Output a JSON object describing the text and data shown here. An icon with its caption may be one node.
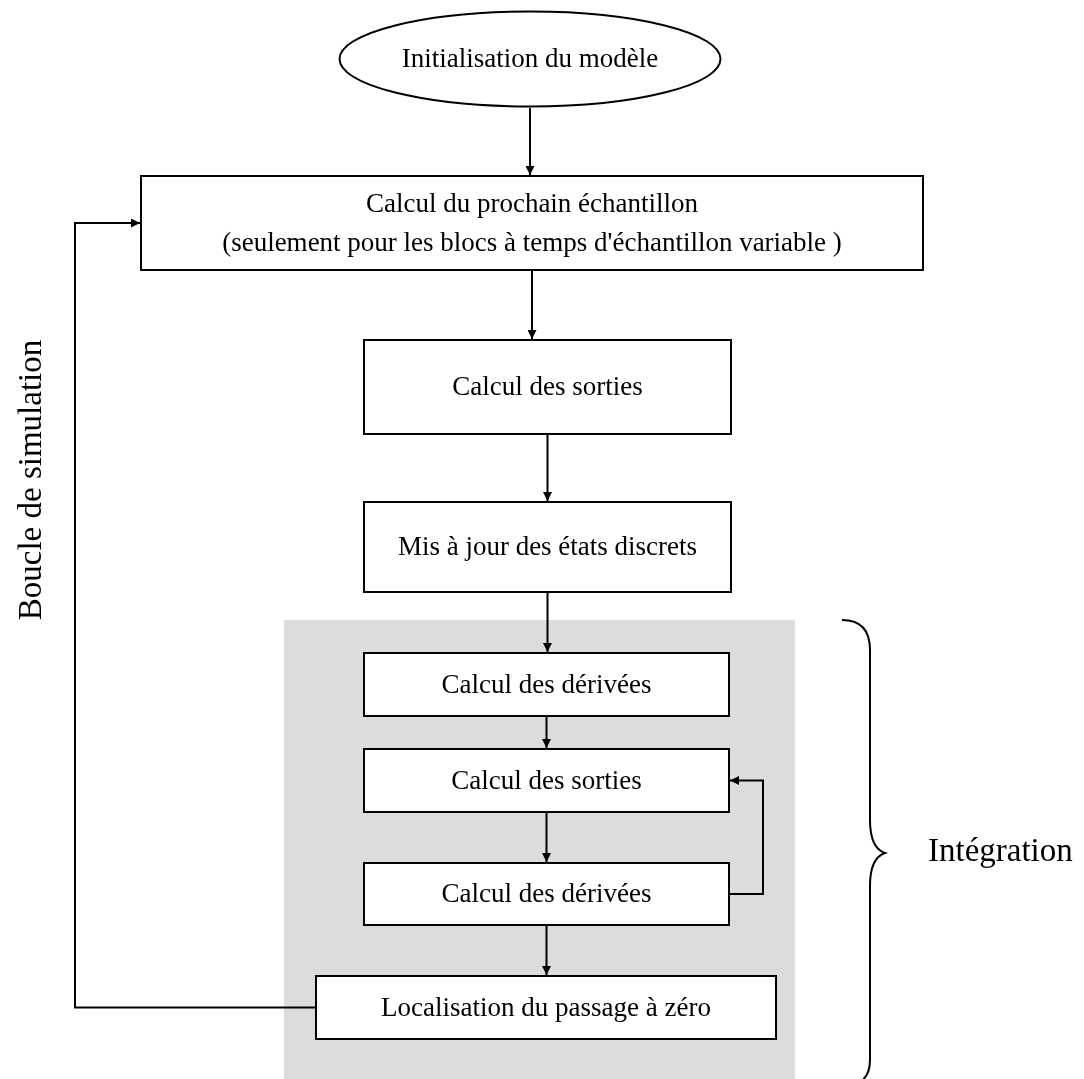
{
  "diagram": {
    "nodes": [
      {
        "text": [
          "Initialisation du modèle"
        ]
      },
      {
        "text": [
          "Calcul du prochain échantillon",
          "(seulement pour les blocs à temps d'échantillon variable  )"
        ]
      },
      {
        "text": [
          "Calcul des sorties"
        ]
      },
      {
        "text": [
          "Mis à jour des états discrets"
        ]
      },
      {
        "text": [],
        "shape": "box"
      },
      {
        "text": [
          "Calcul des dérivées"
        ],
        "in": 4
      },
      {
        "text": [
          "Calcul des sorties"
        ],
        "in": 4
      },
      {
        "text": [
          "Calcul des dérivées"
        ],
        "in": 4
      },
      {
        "text": [
          "Localisation du passage à zéro"
        ],
        "in": 4
      }
    ],
    "edges": [
      {
        "from": 0,
        "to": 1,
        "arrow": "to"
      },
      {
        "from": 1,
        "to": 2,
        "arrow": "to"
      },
      {
        "from": 2,
        "to": 3,
        "arrow": "to"
      },
      {
        "from": 3,
        "to": 5,
        "arrow": "to"
      },
      {
        "from": 5,
        "to": 6,
        "arrow": "to"
      },
      {
        "from": 6,
        "to": 7,
        "arrow": "to"
      },
      {
        "from": 7,
        "to": 6,
        "arrow": "to"
      },
      {
        "from": 7,
        "to": 8,
        "arrow": "to"
      },
      {
        "from": 8,
        "to": 1,
        "arrow": "to"
      }
    ],
    "labels": [
      "Boucle de simulation",
      "Intégration"
    ]
  }
}
